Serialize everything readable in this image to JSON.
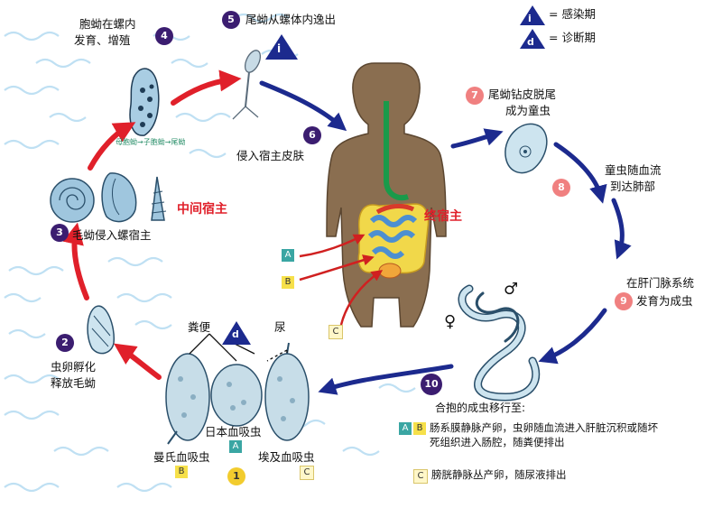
{
  "legend": {
    "infective_symbol": "i",
    "infective_label": "= 感染期",
    "diagnostic_symbol": "d",
    "diagnostic_label": "= 诊断期"
  },
  "stages": {
    "s4": {
      "num": "4",
      "text1": "胞蚴在螺内",
      "text2": "发育、增殖"
    },
    "s5": {
      "num": "5",
      "text": "尾蚴从螺体内逸出"
    },
    "s6": {
      "num": "6",
      "text": "侵入宿主皮肤"
    },
    "s7": {
      "num": "7",
      "text1": "尾蚴钻皮脱尾",
      "text2": "成为童虫"
    },
    "s8": {
      "num": "8",
      "text1": "童虫随血流",
      "text2": "到达肺部"
    },
    "s9": {
      "num": "9",
      "text1": "在肝门脉系统",
      "text2": "发育为成虫"
    },
    "s10": {
      "num": "10",
      "text": "合抱的成虫移行至:"
    },
    "s3": {
      "num": "3",
      "text": "毛蚴侵入螺宿主"
    },
    "s2": {
      "num": "2",
      "text1": "虫卵孵化",
      "text2": "释放毛蚴"
    },
    "s1": {
      "num": "1"
    }
  },
  "sporocyst_chain": "母胞蚴→子胞蚴→尾蚴",
  "hosts": {
    "intermediate": "中间宿主",
    "definitive": "终宿主"
  },
  "excreta": {
    "feces": "粪便",
    "urine": "尿"
  },
  "eggs": {
    "mansoni": "曼氏血吸虫",
    "japonicum": "日本血吸虫",
    "haematobium": "埃及血吸虫"
  },
  "species_tags": {
    "A": "A",
    "B": "B",
    "C": "C"
  },
  "sex_symbols": {
    "female": "♀",
    "male": "♂"
  },
  "notes": {
    "ab": "肠系膜静脉产卵，虫卵随血流进入肝脏沉积或随坏",
    "ab2": "死组织进入肠腔，随粪便排出",
    "c": "膀胱静脉丛产卵，随尿液排出"
  },
  "colors": {
    "purple": "#3b1d70",
    "red_arrow": "#e0202a",
    "blue_arrow": "#1c2a8e",
    "host_body": "#8a6e50",
    "teal": "#3aa6a3",
    "yellow": "#f6e04a"
  }
}
